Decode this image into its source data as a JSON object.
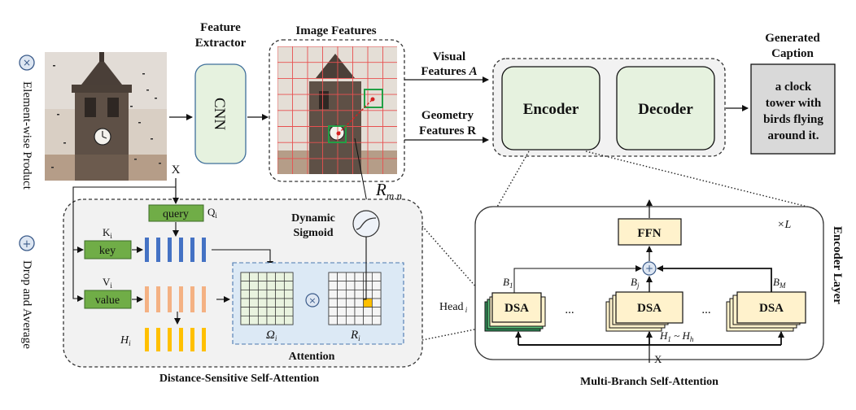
{
  "legend": {
    "product_label": "Element-wise Product",
    "drop_label": "Drop and Average"
  },
  "feature_extractor": {
    "title_line1": "Feature",
    "title_line2": "Extractor",
    "cnn": "CNN"
  },
  "image_features": {
    "title": "Image Features"
  },
  "rmn": "R",
  "rmn_sub": "m,n",
  "visual_features": {
    "line1": "Visual",
    "line2": "Features ",
    "var": "A"
  },
  "geometry_features": {
    "line1": "Geometry",
    "line2": "Features R"
  },
  "encoder": "Encoder",
  "decoder": "Decoder",
  "caption": {
    "title_line1": "Generated",
    "title_line2": "Caption",
    "lines": [
      "a clock",
      "tower with",
      "birds flying",
      "around it."
    ]
  },
  "x_input": "X",
  "dsa_block": {
    "query": "query",
    "q_sub": "Q",
    "key": "key",
    "k_label": "K",
    "value": "value",
    "v_label": "V",
    "h_label": "H",
    "dynamic_sigmoid_1": "Dynamic",
    "dynamic_sigmoid_2": "Sigmoid",
    "omega": "Ω",
    "r": "R",
    "attention": "Attention",
    "caption": "Distance-Sensitive Self-Attention"
  },
  "encoder_layer": {
    "title": "Encoder Layer",
    "ffn": "FFN",
    "times_l": "×L",
    "head": "Head",
    "dsa": "DSA",
    "b1": "B",
    "bj": "B",
    "bm": "B",
    "bm_sub": "M",
    "h_range": "H",
    "h_sub": "h",
    "ellipsis": "...",
    "x": "X",
    "caption": "Multi-Branch Self-Attention"
  },
  "colors": {
    "cnn_fill": "#e6f2df",
    "enc_fill": "#e6f2df",
    "query_fill": "#70ad47",
    "key_fill": "#70ad47",
    "value_fill": "#70ad47",
    "ffn_fill": "#fff2cc",
    "dsa_fill": "#fff2cc",
    "caption_fill": "#d9d9d9",
    "blue_bar": "#4472c4",
    "peach_bar": "#f4b183",
    "yellow_bar": "#ffc000",
    "attention_bg": "#dce9f5",
    "block_bg": "#f2f2f2",
    "grid_red": "#e85050"
  }
}
